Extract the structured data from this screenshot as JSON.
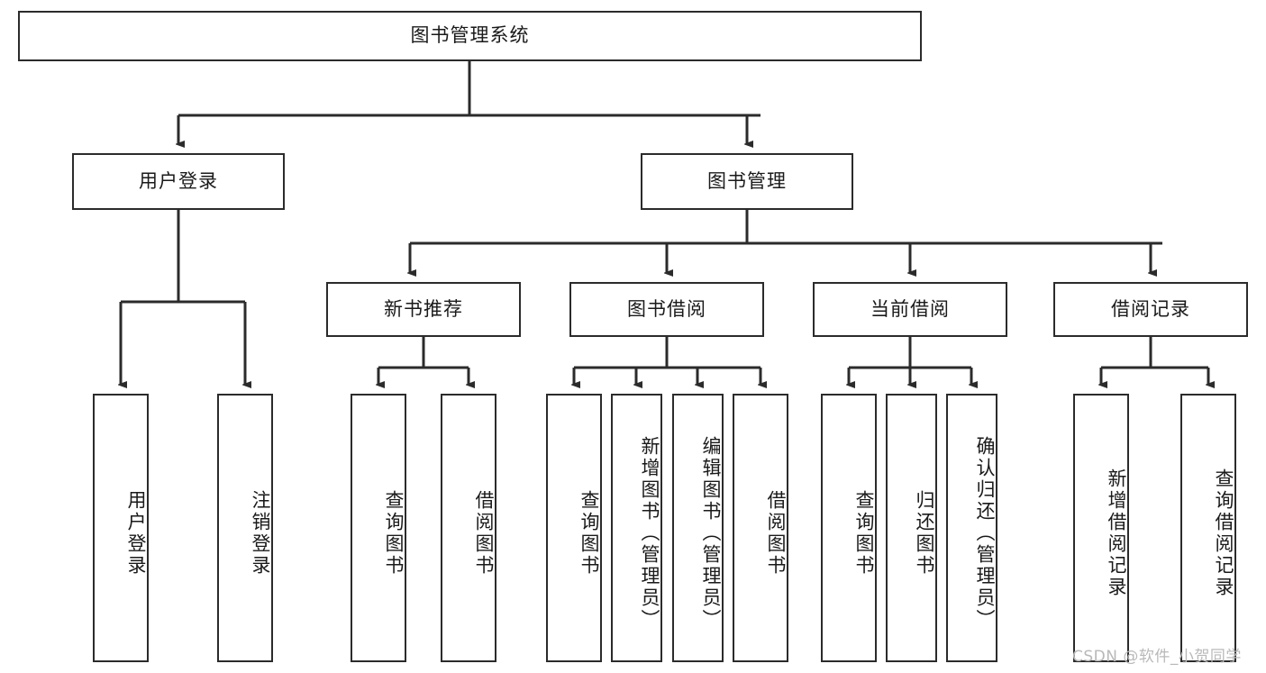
{
  "diagram": {
    "title": "图书管理系统",
    "type": "hierarchy-tree",
    "root": {
      "id": "root",
      "label": "图书管理系统",
      "orientation": "horizontal"
    },
    "level2": [
      {
        "id": "user-login",
        "label": "用户登录",
        "orientation": "horizontal"
      },
      {
        "id": "book-management",
        "label": "图书管理",
        "orientation": "horizontal"
      }
    ],
    "level3": [
      {
        "id": "new-book-recommend",
        "label": "新书推荐",
        "orientation": "horizontal",
        "parent": "book-management"
      },
      {
        "id": "book-borrow",
        "label": "图书借阅",
        "orientation": "horizontal",
        "parent": "book-management"
      },
      {
        "id": "current-borrow",
        "label": "当前借阅",
        "orientation": "horizontal",
        "parent": "book-management"
      },
      {
        "id": "borrow-record",
        "label": "借阅记录",
        "orientation": "horizontal",
        "parent": "book-management"
      }
    ],
    "leaves": [
      {
        "id": "leaf-user-login",
        "label": "用户登录",
        "orientation": "vertical",
        "parent": "user-login"
      },
      {
        "id": "leaf-user-logout",
        "label": "注销登录",
        "orientation": "vertical",
        "parent": "user-login"
      },
      {
        "id": "leaf-query-book-1",
        "label": "查询图书",
        "orientation": "vertical",
        "parent": "new-book-recommend"
      },
      {
        "id": "leaf-borrow-book-1",
        "label": "借阅图书",
        "orientation": "vertical",
        "parent": "new-book-recommend"
      },
      {
        "id": "leaf-query-book-2",
        "label": "查询图书",
        "orientation": "vertical",
        "parent": "book-borrow"
      },
      {
        "id": "leaf-add-book",
        "label": "新增图书（管理员）",
        "orientation": "vertical",
        "parent": "book-borrow"
      },
      {
        "id": "leaf-edit-book",
        "label": "编辑图书（管理员）",
        "orientation": "vertical",
        "parent": "book-borrow"
      },
      {
        "id": "leaf-borrow-book-2",
        "label": "借阅图书",
        "orientation": "vertical",
        "parent": "book-borrow"
      },
      {
        "id": "leaf-query-book-3",
        "label": "查询图书",
        "orientation": "vertical",
        "parent": "current-borrow"
      },
      {
        "id": "leaf-return-book",
        "label": "归还图书",
        "orientation": "vertical",
        "parent": "current-borrow"
      },
      {
        "id": "leaf-confirm-return",
        "label": "确认归还（管理员）",
        "orientation": "vertical",
        "parent": "current-borrow"
      },
      {
        "id": "leaf-add-record",
        "label": "新增借阅记录",
        "orientation": "vertical",
        "parent": "borrow-record"
      },
      {
        "id": "leaf-query-record",
        "label": "查询借阅记录",
        "orientation": "vertical",
        "parent": "borrow-record"
      }
    ],
    "watermark": "CSDN @软件_小贺同学",
    "colors": {
      "stroke": "#2b2b2b",
      "fill": "#ffffff",
      "text": "#1a1a1a",
      "watermark": "#b9b9b9"
    }
  }
}
